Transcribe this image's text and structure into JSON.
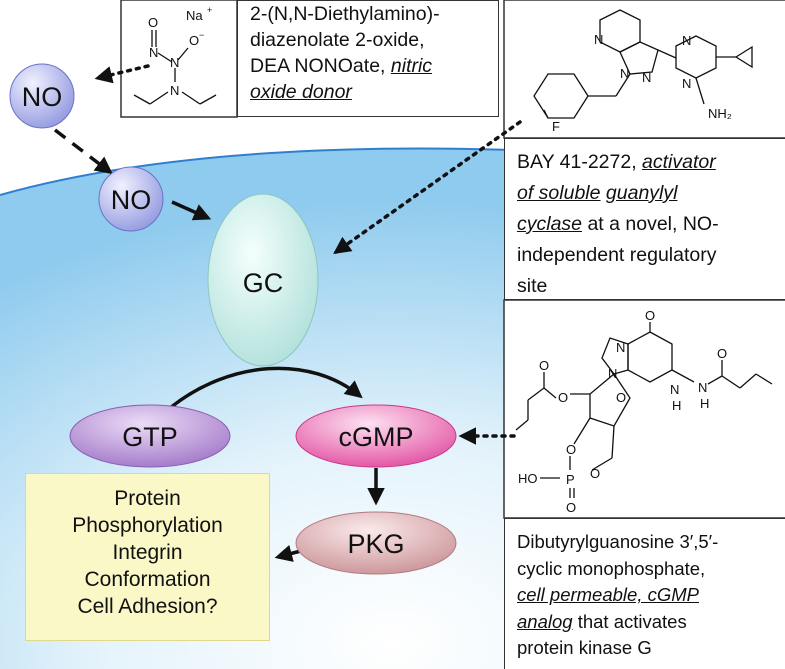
{
  "nodes": {
    "no_outside": "NO",
    "no_inside": "NO",
    "gc": "GC",
    "gtp": "GTP",
    "cgmp": "cGMP",
    "pkg": "PKG"
  },
  "outcome_lines": [
    "Protein",
    "Phosphorylation",
    "Integrin",
    "Conformation",
    "Cell Adhesion?"
  ],
  "captions": {
    "dea_nonoate": {
      "line1": "2-(N,N-Diethylamino)-",
      "line2": "diazenolate 2-oxide,",
      "line3": "DEA NONOate, ",
      "line3_u": "nitric",
      "line4_u": "oxide donor"
    },
    "bay": {
      "line1_a": "BAY 41-2272, ",
      "line1_u": "activator",
      "line2_u": "of soluble",
      "line2_b": " ",
      "line2_u2": "guanylyl",
      "line3_u": "cyclase",
      "line3_b": " at a novel, NO-",
      "line4": "independent regulatory",
      "line5": "site"
    },
    "dibutyryl": {
      "line1": "Dibutyrylguanosine 3′,5′-",
      "line2": "cyclic monophosphate,",
      "line3_u": "cell permeable, cGMP",
      "line4_u": "analog",
      "line4_b": " that activates",
      "line5": "protein kinase G"
    }
  },
  "chem_labels": {
    "dea": {
      "o": "O",
      "na": "Na",
      "plus": "+",
      "o_minus": "O",
      "minus": "−",
      "n1": "N",
      "n2": "N",
      "n3": "N"
    },
    "bay": {
      "n_a": "N",
      "n_b": "N",
      "n_c": "N",
      "n_d": "N",
      "n_e": "N",
      "f": "F",
      "nh2": "NH₂"
    },
    "dbc": {
      "o_top": "O",
      "n_a": "N",
      "n_b": "N",
      "n_c": "N",
      "h1": "H",
      "n_d": "N",
      "h2": "H",
      "o_amide": "O",
      "o_ester": "O",
      "o_ester2": "O",
      "o_ring": "O",
      "o_p1": "O",
      "p": "P",
      "o_p2": "O",
      "ho": "HO",
      "o_dbl": "O"
    }
  },
  "colors": {
    "cell_fill": "#c9e6f7",
    "cell_edge": "#2f7fd0",
    "no_node": "#a9aee8",
    "gc_node": "#cfeeea",
    "gtp_node": "#b992d6",
    "cgmp_node": "#ee6fb8",
    "pkg_node": "#d9a7ab",
    "outcome_box": "#fbf8c8"
  }
}
